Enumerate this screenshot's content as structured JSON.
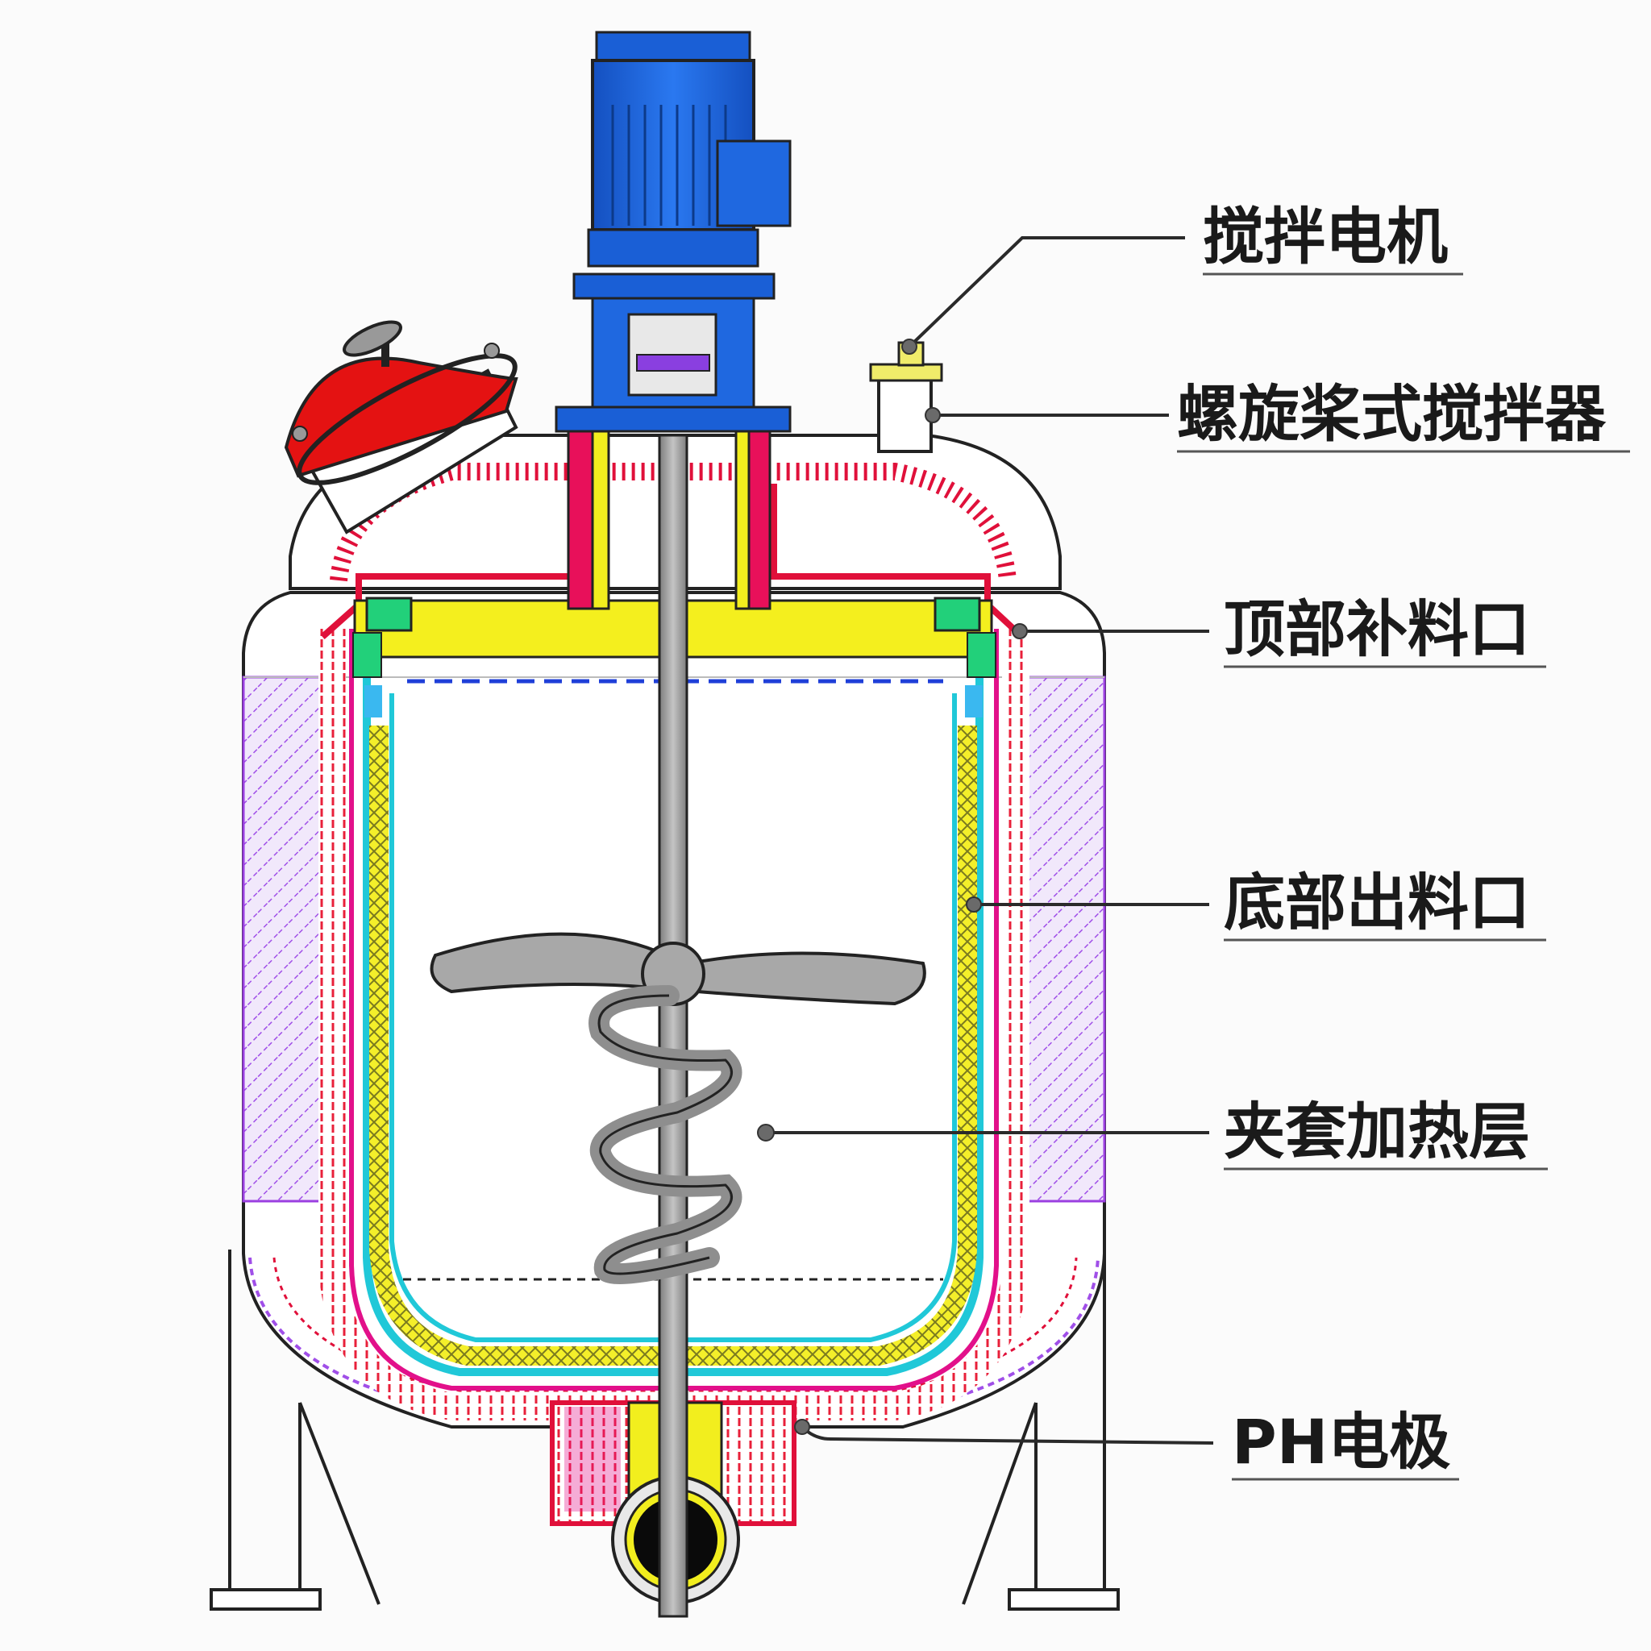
{
  "labels": {
    "motor": "搅拌电机",
    "agitator": "螺旋桨式搅拌器",
    "top_inlet": "顶部补料口",
    "bottom_outlet": "底部出料口",
    "jacket": "夹套加热层",
    "ph_electrode": "PH电极"
  },
  "colors": {
    "motor": "#1a5fd6",
    "manhole_cover": "#e01010",
    "shell_outline": "#e0103a",
    "jacket_yellow": "#f2ee1e",
    "inner_wall_cyan": "#20c8d8",
    "insulation_purple": "#9b3fe0",
    "flange_green": "#22d07a",
    "shaft_gray": "#9a9a9a"
  }
}
